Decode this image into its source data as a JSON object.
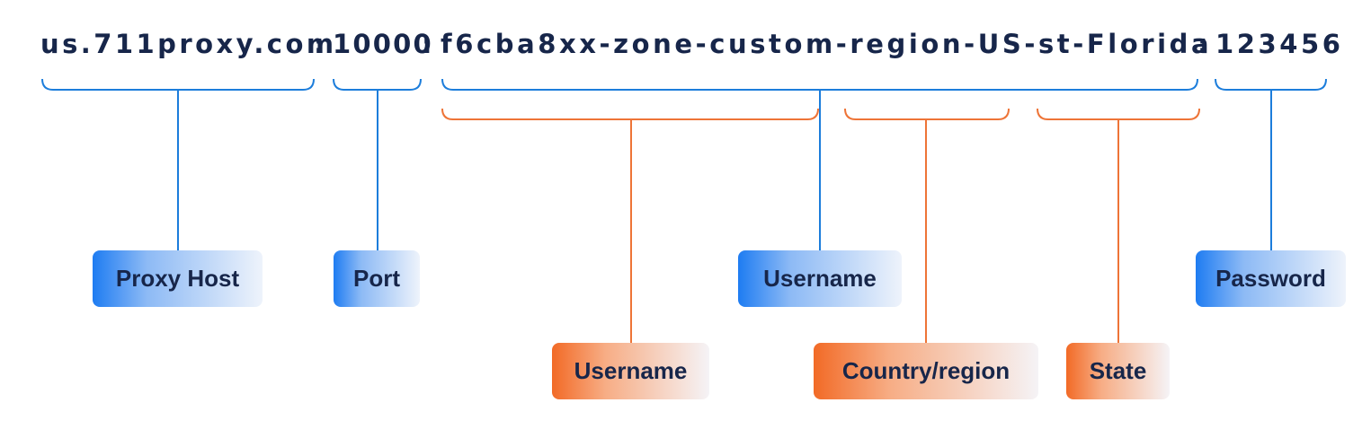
{
  "proxy_string": {
    "host": "us.711proxy.com",
    "separator_1": ":",
    "port": "10000",
    "separator_2": ":",
    "username": "f6cba8xx-zone-custom-region-US-st-Florida",
    "separator_3": ":",
    "password": "123456"
  },
  "labels": {
    "proxy_host": "Proxy Host",
    "port": "Port",
    "username": "Username",
    "password": "Password",
    "username_part": "Username",
    "country_region": "Country/region",
    "state": "State"
  },
  "colors": {
    "text": "#17264a",
    "blue": "#1c7ddb",
    "orange": "#ee7437"
  }
}
